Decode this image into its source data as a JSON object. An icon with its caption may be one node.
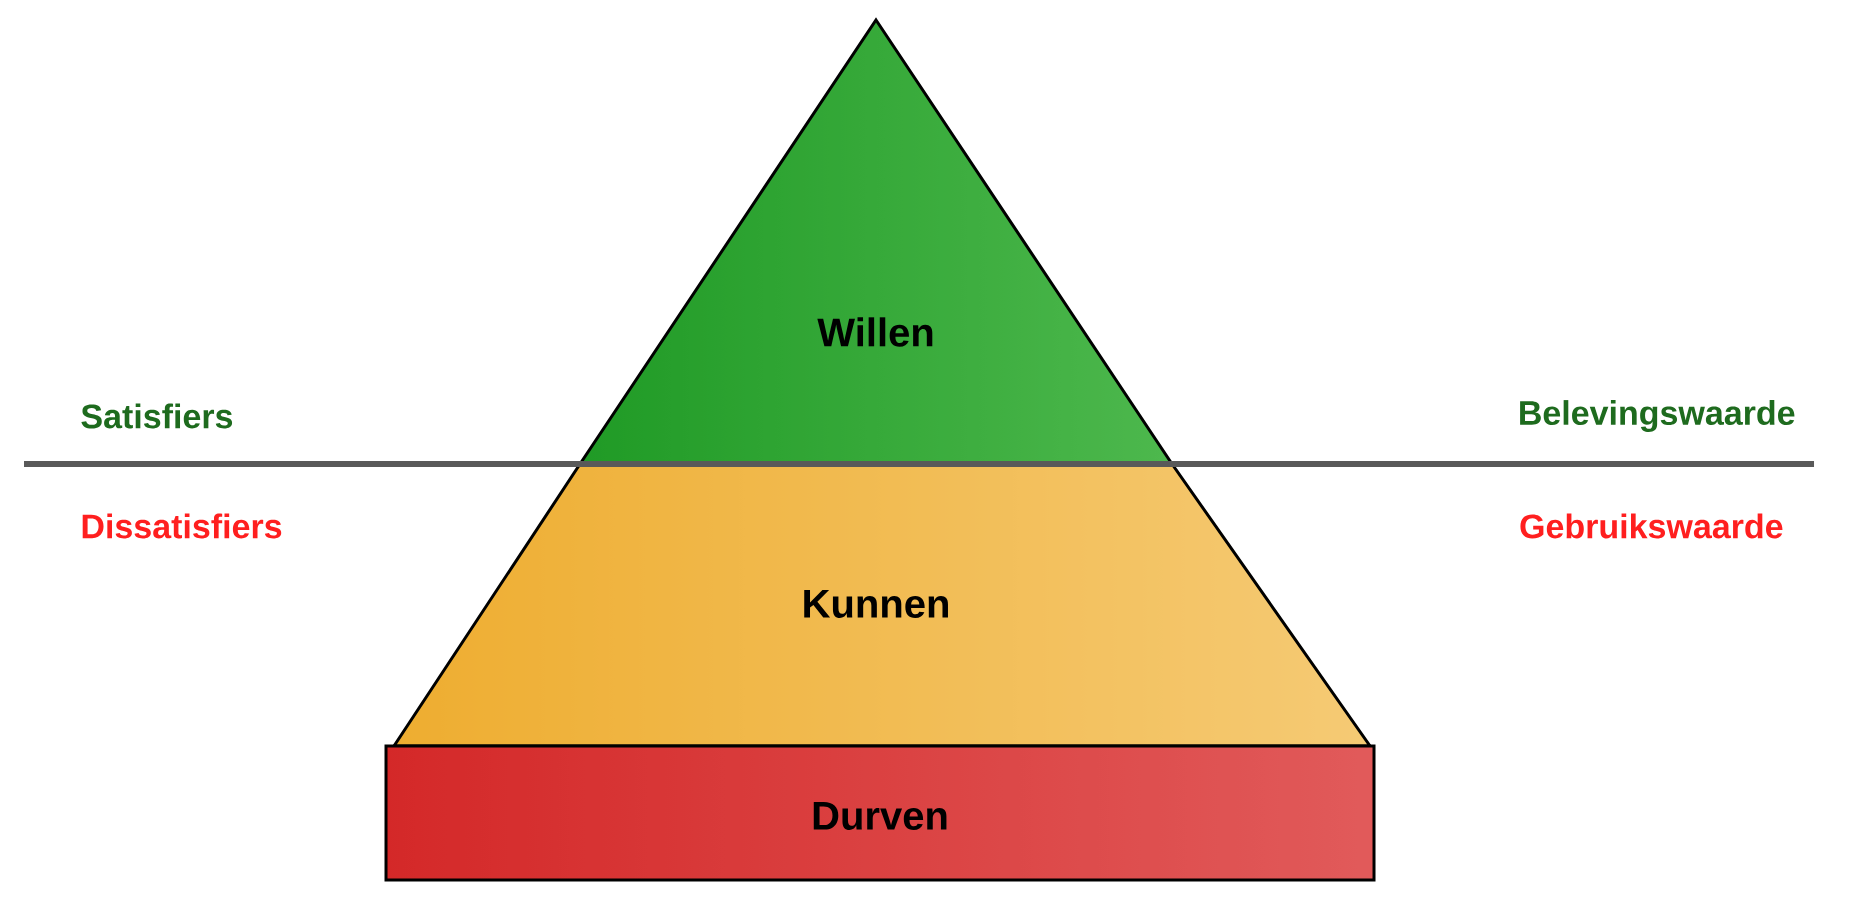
{
  "diagram": {
    "nodes": [
      {
        "text": [
          "Willen"
        ]
      },
      {
        "text": [
          "Kunnen"
        ]
      },
      {
        "text": [
          "Durven"
        ]
      }
    ],
    "labels": [
      "Satisfiers",
      "Belevingswaarde",
      "Dissatisfiers",
      "Gebruikswaarde"
    ]
  }
}
